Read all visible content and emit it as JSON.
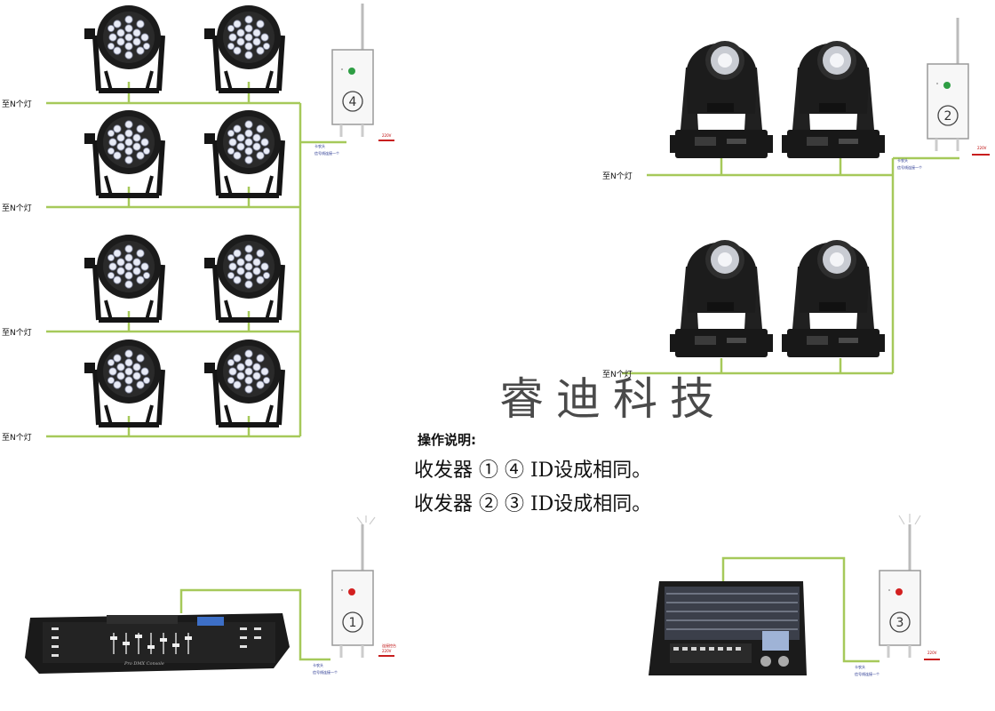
{
  "brand": "睿迪科技",
  "instructions": {
    "title": "操作说明:",
    "line1": "收发器 ① ④ ID设成相同。",
    "line2": "收发器 ② ③ ID设成相同。"
  },
  "to_n_lights": "至N个灯",
  "transceivers": [
    {
      "id": "4",
      "led_color": "#2e9e44"
    },
    {
      "id": "2",
      "led_color": "#2e9e44"
    },
    {
      "id": "1",
      "led_color": "#d32020"
    },
    {
      "id": "3",
      "led_color": "#d32020"
    }
  ],
  "tiny_notes": {
    "a": "卡农头",
    "b": "信号线连接一个",
    "c": "220V",
    "d": "连接控台"
  },
  "colors": {
    "wire": "#a6c95a",
    "power_wire": "#c81e1e",
    "fixture": "#151515"
  },
  "console_small_text": "Pro DMX Console"
}
